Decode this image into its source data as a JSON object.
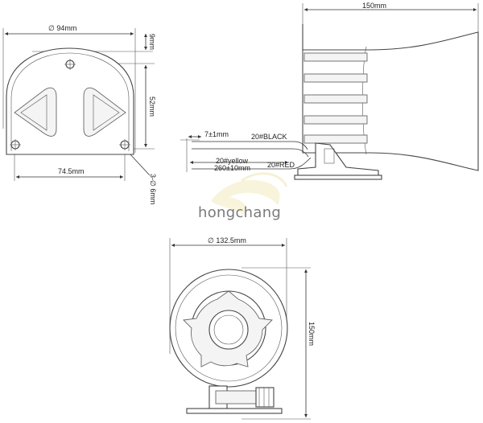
{
  "watermark": "hongchang",
  "dimensions": {
    "front_width": "∅ 94mm",
    "front_top_offset": "9mm",
    "front_height": "52mm",
    "front_hole_spacing": "74.5mm",
    "front_hole_dia": "3-∅ 6mm",
    "side_length": "150mm",
    "wire_strip": "7±1mm",
    "wire_black": "20#BLACK",
    "wire_yellow": "20#yellow",
    "wire_length": "260±10mm",
    "wire_red": "20#RED",
    "rear_diameter": "∅ 132.5mm",
    "rear_height": "150mm"
  },
  "colors": {
    "line": "#333333",
    "watermark_logo": "#f3ecbf"
  }
}
